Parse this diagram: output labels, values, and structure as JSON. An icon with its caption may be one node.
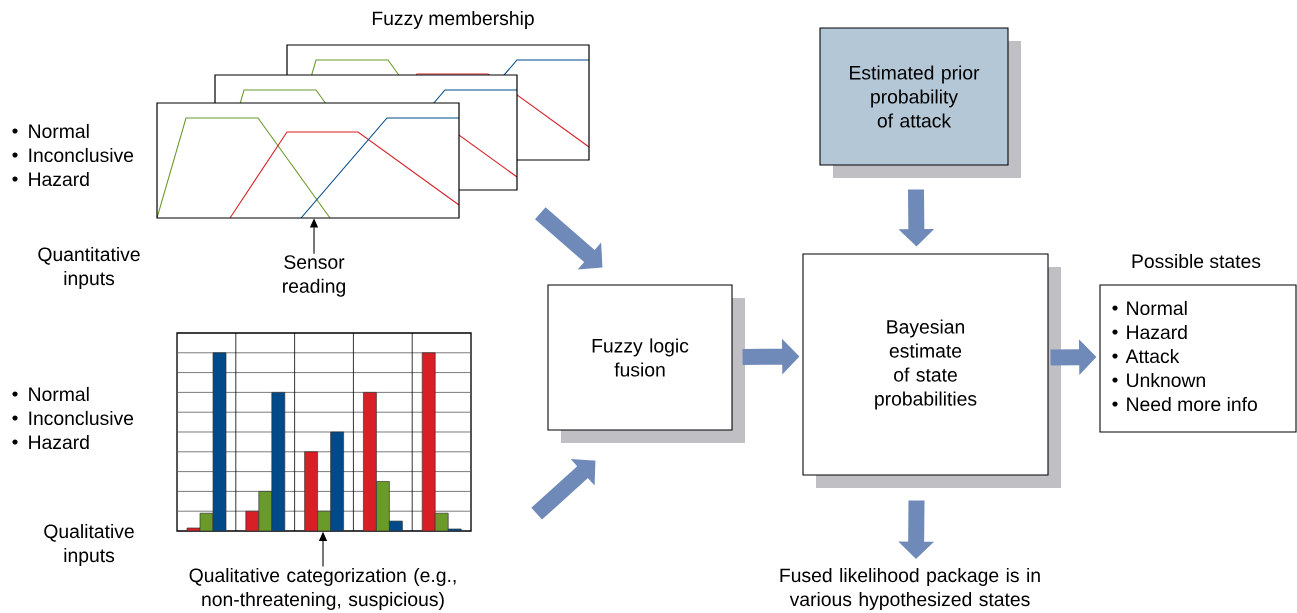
{
  "diagram": {
    "nodes": [
      {
        "text": [
          "Fuzzy logic fusion"
        ]
      },
      {
        "text": [
          "Estimated prior probability of attack"
        ]
      },
      {
        "text": [
          "Bayesian estimate of state probabilities"
        ]
      },
      {
        "text": [
          "Possible states",
          "Normal",
          "Hazard",
          "Attack",
          "Unknown",
          "Need more info"
        ]
      },
      {
        "text": [
          "Fused likelihood package is in various hypothesized states"
        ]
      },
      {
        "text": [
          "Fuzzy membership"
        ]
      },
      {
        "text": [],
        "shape": "picture"
      },
      {
        "text": [
          "Sensor reading"
        ]
      },
      {
        "text": [
          "Qualitative categorization (e.g., non-threatening, suspicious)"
        ]
      }
    ],
    "edges": [
      {
        "from": 5,
        "to": 0,
        "arrow": "to"
      },
      {
        "from": 6,
        "to": 0,
        "arrow": "to"
      },
      {
        "from": 0,
        "to": 2,
        "arrow": "to"
      },
      {
        "from": 1,
        "to": 2,
        "arrow": "to"
      },
      {
        "from": 2,
        "to": 3,
        "arrow": "to"
      },
      {
        "from": 2,
        "to": 4,
        "arrow": "to"
      },
      {
        "from": 7,
        "to": 5,
        "arrow": "to",
        "color": "#000000"
      },
      {
        "from": 8,
        "to": 6,
        "arrow": "to",
        "color": "#000000"
      }
    ],
    "labels": [
      "Normal",
      "Inconclusive",
      "Hazard",
      "Quantitative inputs",
      "Normal",
      "Inconclusive",
      "Hazard",
      "Qualitative inputs"
    ]
  }
}
